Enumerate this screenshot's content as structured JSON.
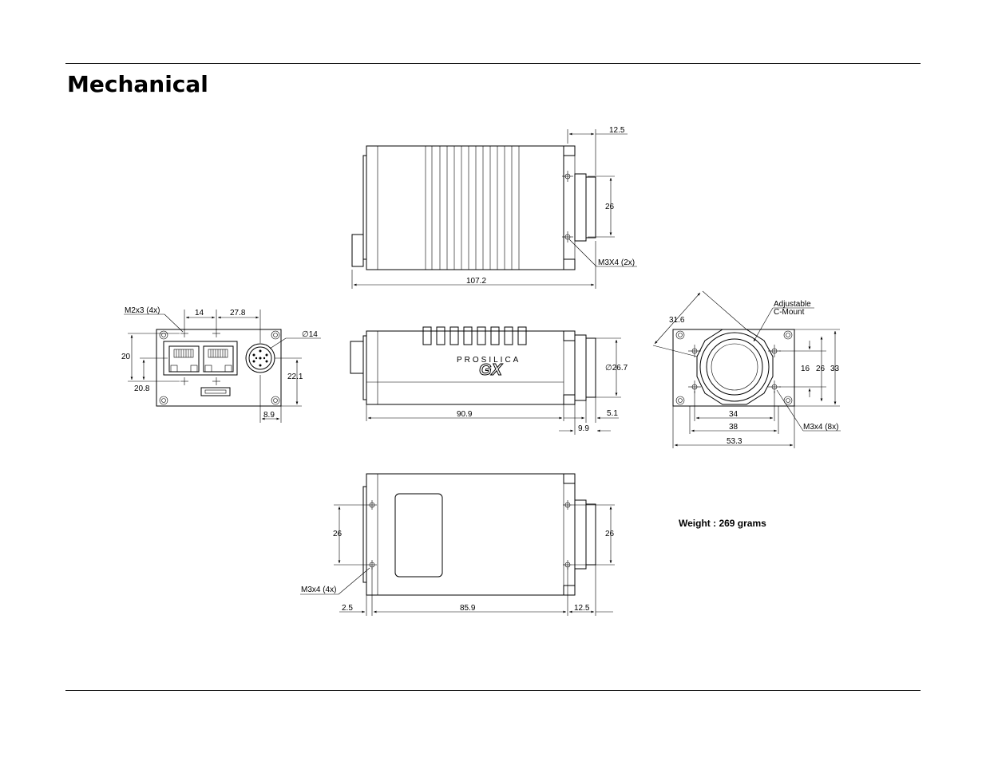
{
  "page": {
    "title": "Mechanical"
  },
  "brand": {
    "model": "GX",
    "logo_text": "PROSILICA"
  },
  "weight": "Weight : 269 grams",
  "dims": {
    "top_view": {
      "d_12_5": "12.5",
      "d_26": "26",
      "note_m3x4_2x": "M3X4 (2x)",
      "d_107_2": "107.2"
    },
    "rear_view": {
      "note_m2x3": "M2x3 (4x)",
      "d_14": "14",
      "d_27_8": "27.8",
      "d_dia14": "∅14",
      "d_20": "20",
      "d_20_8": "20.8",
      "d_22_1": "22.1",
      "d_8_9": "8.9"
    },
    "side_view": {
      "d_dia26_7": "∅26.7",
      "d_90_9": "90.9",
      "d_5_1": "5.1",
      "d_9_9": "9.9"
    },
    "front_view": {
      "label_adjustable": "Adjustable",
      "label_cmount": "C-Mount",
      "d_31_6": "31.6",
      "d_16": "16",
      "d_26": "26",
      "d_33": "33",
      "d_34": "34",
      "d_38": "38",
      "d_53_3": "53.3",
      "note_m3x4_8x": "M3x4 (8x)"
    },
    "bottom_view": {
      "d_26_left": "26",
      "d_26_right": "26",
      "note_m3x4_4x": "M3x4 (4x)",
      "d_2_5": "2.5",
      "d_85_9": "85.9",
      "d_12_5": "12.5"
    }
  }
}
